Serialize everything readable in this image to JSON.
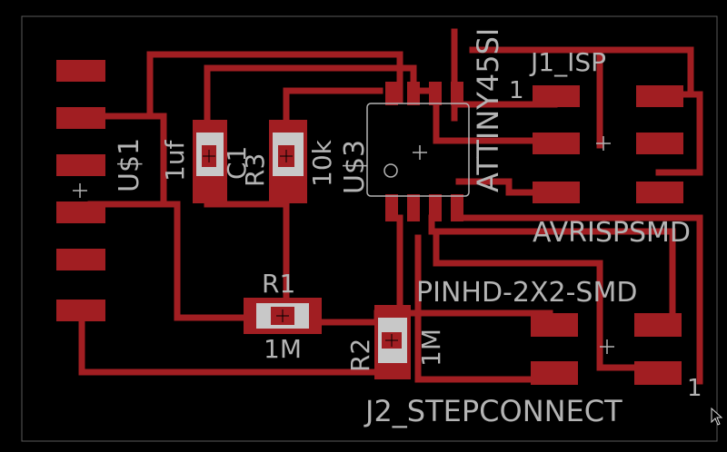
{
  "colors": {
    "background": "#000000",
    "copper": "#a11e22",
    "silk": "#b4b4b4",
    "outline": "#5a5a5a"
  },
  "labels": {
    "attiny": "ATTINY45SI",
    "j1": "J1_ISP",
    "pin1_top": "1",
    "us1": "U$1",
    "c1": "C1",
    "c1_value": "1uf",
    "r3": "R3",
    "r3_value": "10k",
    "us3": "U$3",
    "avrisp": "AVRISPSMD",
    "pinhd": "PINHD-2X2-SMD",
    "r1": "R1",
    "r1_value": "1M",
    "r2": "R2",
    "r2_value": "1M",
    "j2": "J2_STEPCONNECT",
    "pin1_bottom": "1"
  }
}
